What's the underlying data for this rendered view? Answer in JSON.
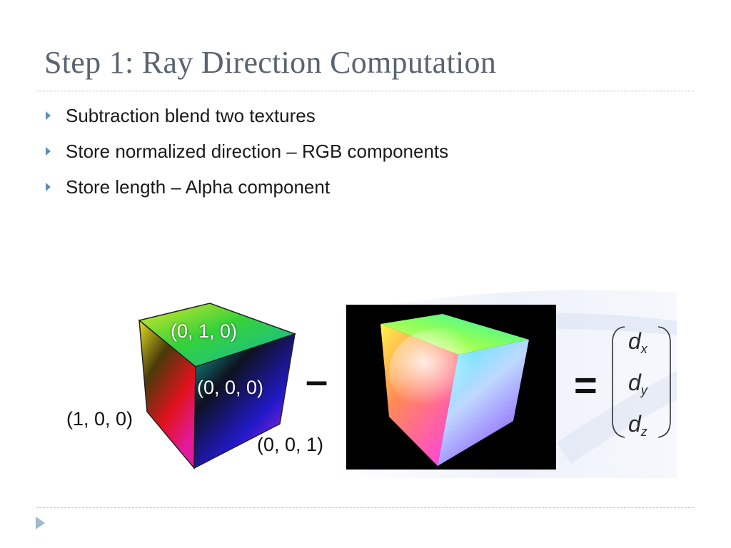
{
  "slide": {
    "title": "Step 1: Ray Direction Computation",
    "bullets": [
      "Subtraction blend two textures",
      "Store normalized direction – RGB components",
      "Store length – Alpha component"
    ]
  },
  "figure": {
    "left_cube_labels": {
      "top": "(0, 1, 0)",
      "center": "(0, 0, 0)",
      "left": "(1, 0, 0)",
      "bottom": "(0, 0, 1)"
    },
    "minus": "–",
    "equals": "=",
    "vector": {
      "dx": {
        "base": "d",
        "sub": "x"
      },
      "dy": {
        "base": "d",
        "sub": "y"
      },
      "dz": {
        "base": "d",
        "sub": "z"
      }
    }
  },
  "colors": {
    "title": "#5a6470",
    "bullet_arrow": "#5b8fb7",
    "rule": "#b9c6d3",
    "nav_arrow": "#9dbad3"
  },
  "icons": {
    "bullet": "triangle-right-icon",
    "nav": "triangle-right-icon"
  }
}
